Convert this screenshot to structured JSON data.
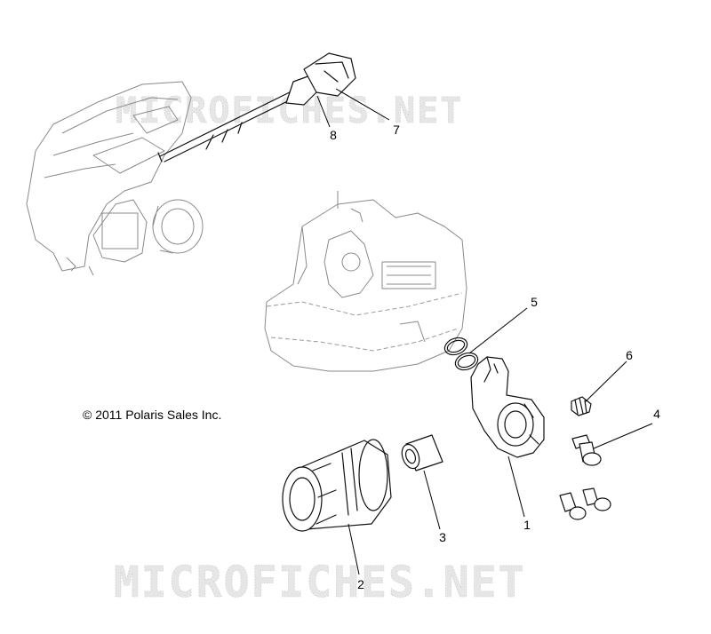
{
  "watermark": {
    "text": "MICROFICHES.NET",
    "color": "#e6e6e6"
  },
  "copyright": "© 2011 Polaris Sales Inc.",
  "callouts": [
    {
      "id": "1",
      "text": "1"
    },
    {
      "id": "2",
      "text": "2"
    },
    {
      "id": "3",
      "text": "3"
    },
    {
      "id": "4",
      "text": "4"
    },
    {
      "id": "5",
      "text": "5"
    },
    {
      "id": "6",
      "text": "6"
    },
    {
      "id": "7",
      "text": "7"
    },
    {
      "id": "8",
      "text": "8"
    }
  ],
  "colors": {
    "line": "#111111",
    "ghost": "#8a8a8a",
    "background": "#ffffff"
  }
}
